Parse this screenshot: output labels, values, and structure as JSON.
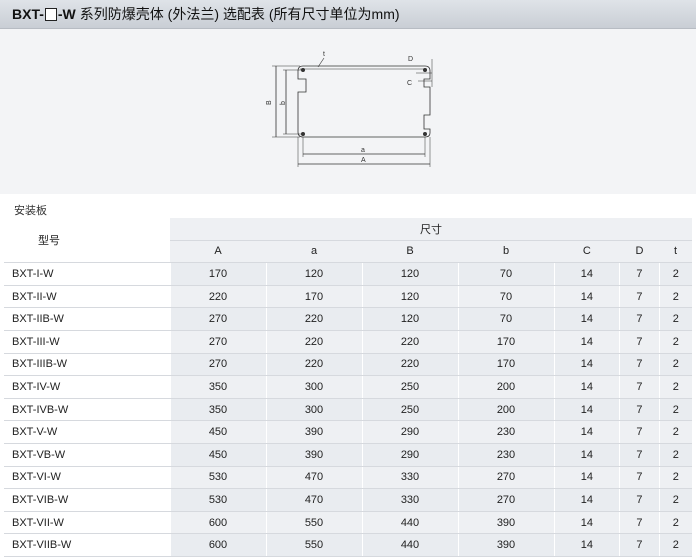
{
  "title": {
    "prefix": "BXT-",
    "suffix": "-W",
    "text": "系列防爆壳体 (外法兰) 选配表",
    "note": "(所有尺寸单位为mm)"
  },
  "diagram": {
    "labels": {
      "t": "t",
      "D": "D",
      "C": "C",
      "B": "B",
      "b": "b",
      "a": "a",
      "A": "A"
    }
  },
  "section_label": "安装板",
  "table": {
    "model_header": "型号",
    "dims_header": "尺寸",
    "columns": [
      "A",
      "a",
      "B",
      "b",
      "C",
      "D",
      "t"
    ],
    "rows": [
      {
        "model": "BXT-I-W",
        "values": [
          "170",
          "120",
          "120",
          "70",
          "14",
          "7",
          "2"
        ]
      },
      {
        "model": "BXT-II-W",
        "values": [
          "220",
          "170",
          "120",
          "70",
          "14",
          "7",
          "2"
        ]
      },
      {
        "model": "BXT-IIB-W",
        "values": [
          "270",
          "220",
          "120",
          "70",
          "14",
          "7",
          "2"
        ]
      },
      {
        "model": "BXT-III-W",
        "values": [
          "270",
          "220",
          "220",
          "170",
          "14",
          "7",
          "2"
        ]
      },
      {
        "model": "BXT-IIIB-W",
        "values": [
          "270",
          "220",
          "220",
          "170",
          "14",
          "7",
          "2"
        ]
      },
      {
        "model": "BXT-IV-W",
        "values": [
          "350",
          "300",
          "250",
          "200",
          "14",
          "7",
          "2"
        ]
      },
      {
        "model": "BXT-IVB-W",
        "values": [
          "350",
          "300",
          "250",
          "200",
          "14",
          "7",
          "2"
        ]
      },
      {
        "model": "BXT-V-W",
        "values": [
          "450",
          "390",
          "290",
          "230",
          "14",
          "7",
          "2"
        ]
      },
      {
        "model": "BXT-VB-W",
        "values": [
          "450",
          "390",
          "290",
          "230",
          "14",
          "7",
          "2"
        ]
      },
      {
        "model": "BXT-VI-W",
        "values": [
          "530",
          "470",
          "330",
          "270",
          "14",
          "7",
          "2"
        ]
      },
      {
        "model": "BXT-VIB-W",
        "values": [
          "530",
          "470",
          "330",
          "270",
          "14",
          "7",
          "2"
        ]
      },
      {
        "model": "BXT-VII-W",
        "values": [
          "600",
          "550",
          "440",
          "390",
          "14",
          "7",
          "2"
        ]
      },
      {
        "model": "BXT-VIIB-W",
        "values": [
          "600",
          "550",
          "440",
          "390",
          "14",
          "7",
          "2"
        ]
      }
    ]
  }
}
